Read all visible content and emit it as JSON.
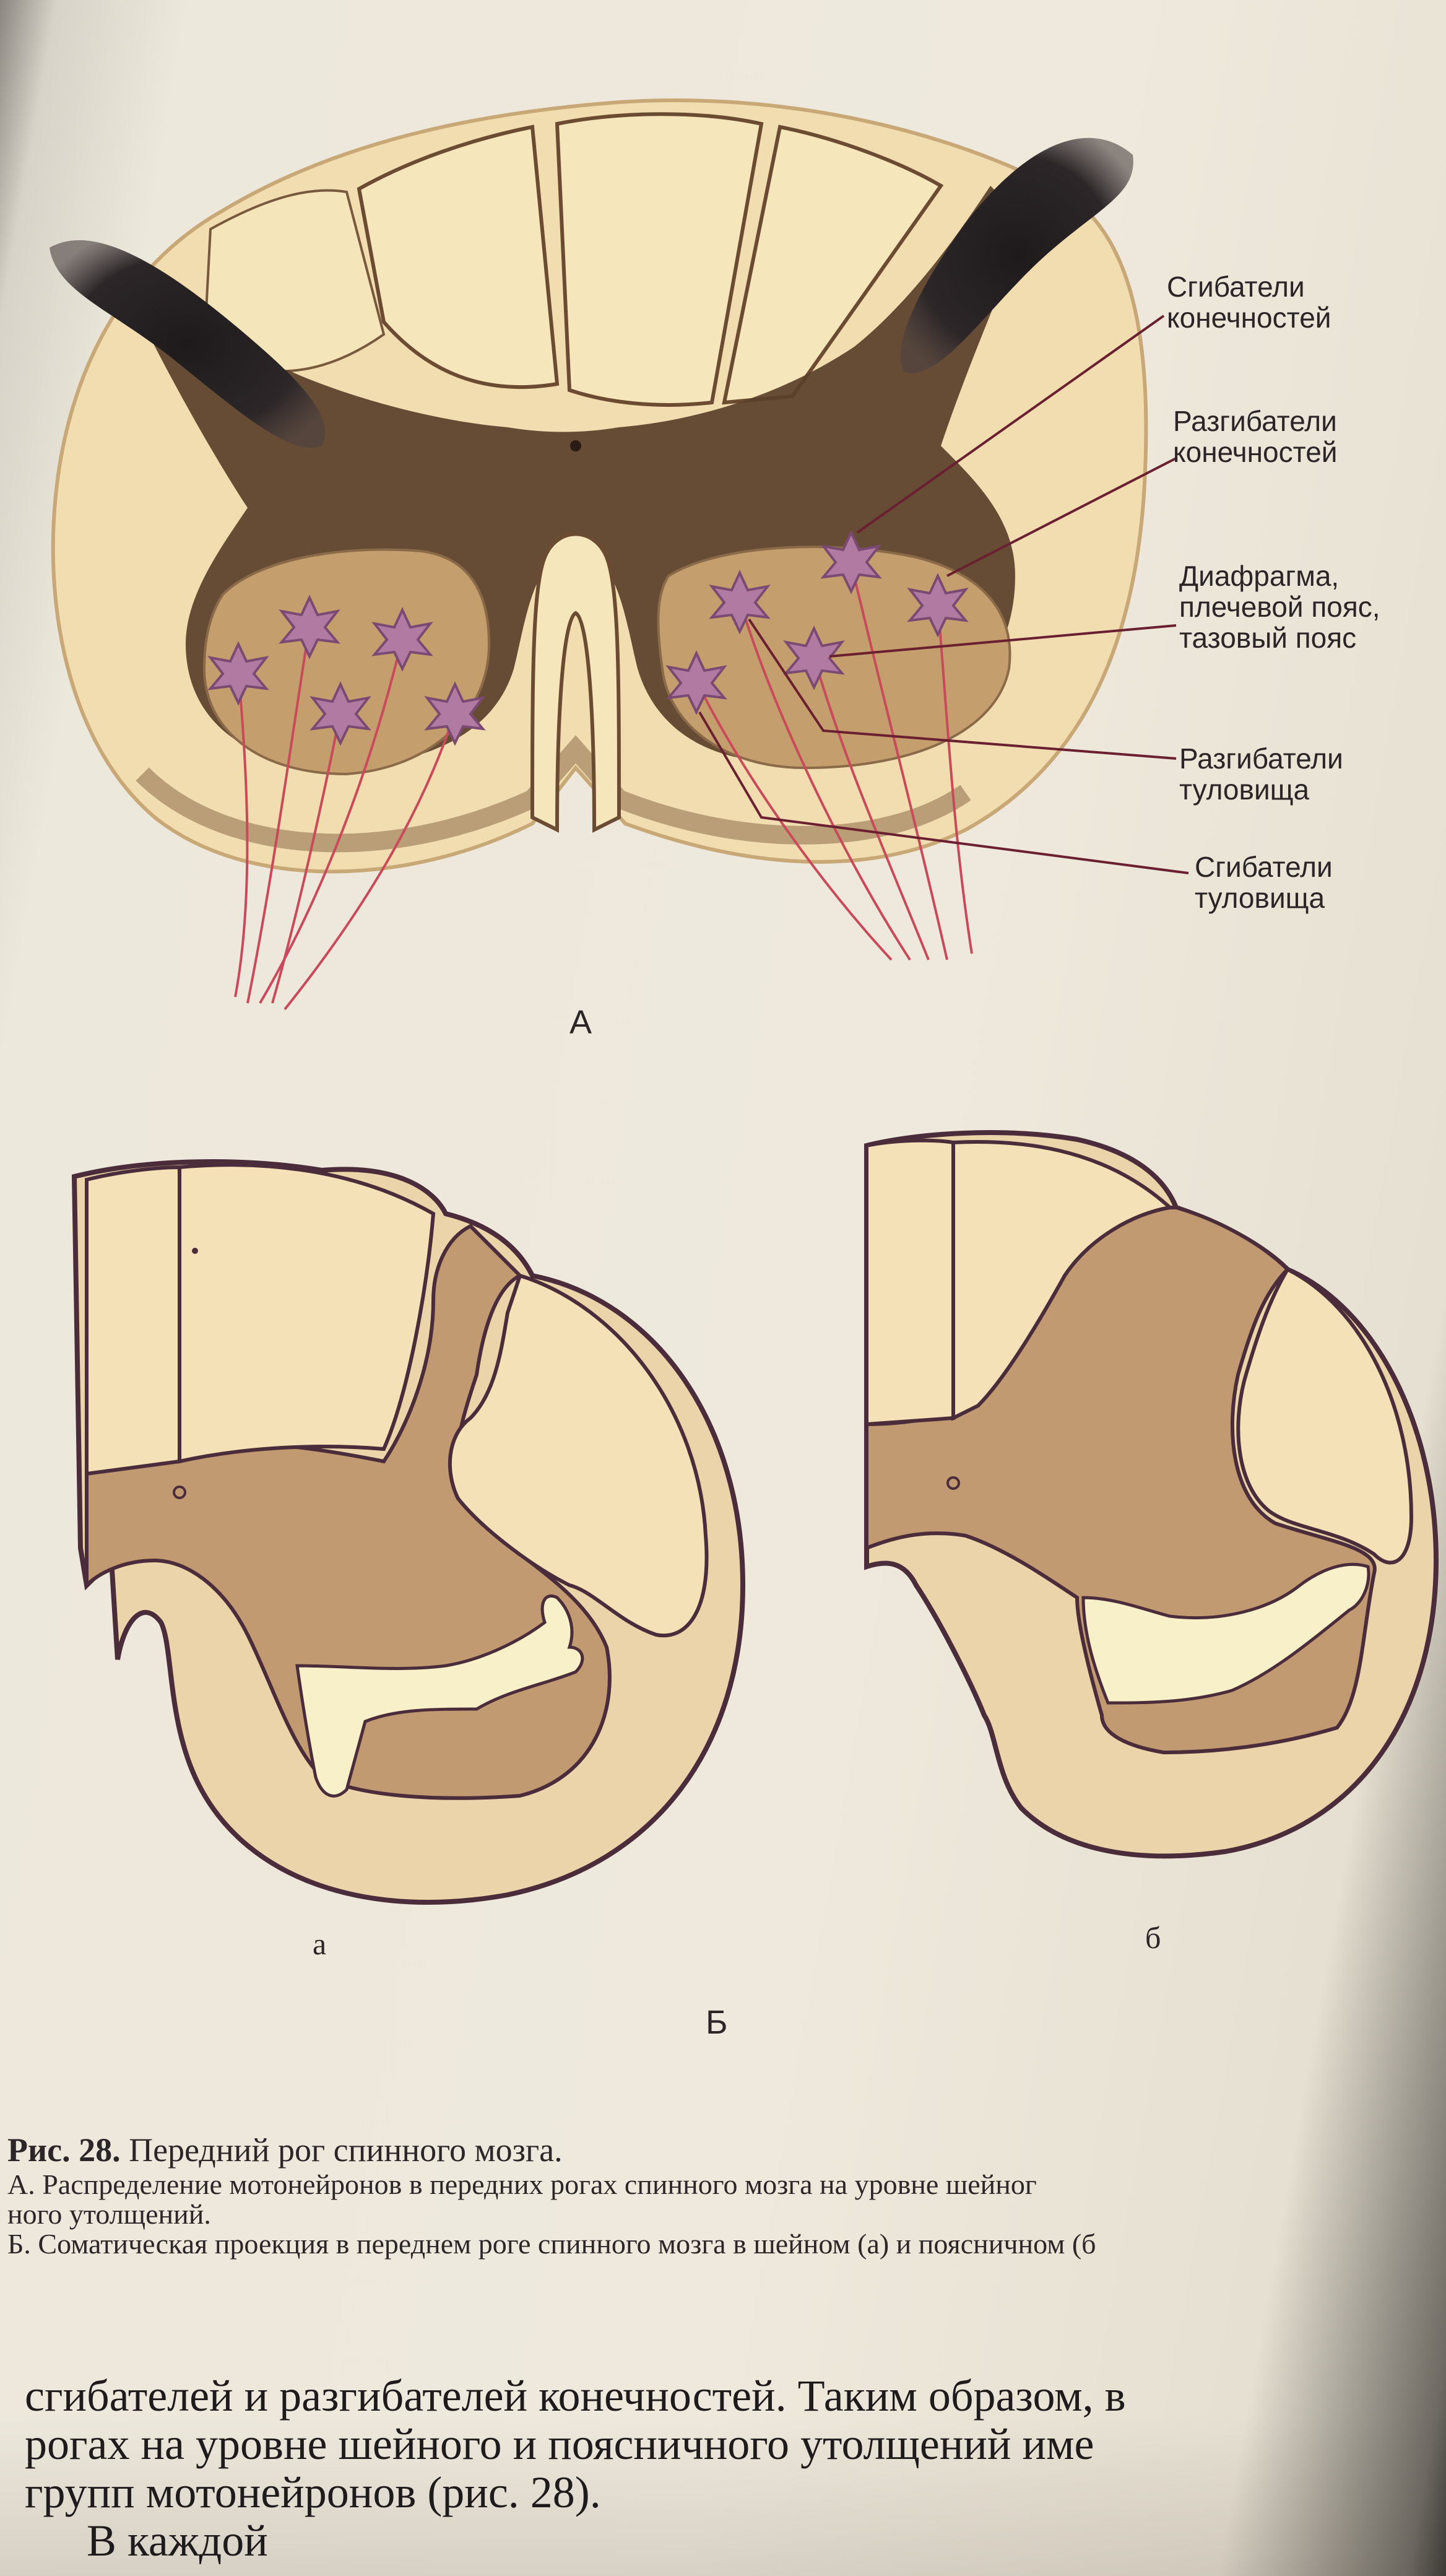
{
  "figure": {
    "panel_a_label": "А",
    "panel_b_label": "Б",
    "sub_a_label": "а",
    "sub_b_label": "б",
    "labels": {
      "limb_flexors": [
        "Сгибатели",
        "конечностей"
      ],
      "limb_extensors": [
        "Разгибатели",
        "конечностей"
      ],
      "diaphragm": [
        "Диафрагма,",
        "плечевой пояс,",
        "тазовый пояс"
      ],
      "trunk_extensors": [
        "Разгибатели",
        "туловища"
      ],
      "trunk_flexors": [
        "Сгибатели",
        "туловища"
      ]
    },
    "colors": {
      "white_matter": "#f1ddb0",
      "gray_matter": "#5a3f2a",
      "horn_fill": "#c49e6c",
      "neuron": "#b07aa2",
      "axon": "#c94a5a",
      "section_b_fill": "#ecd4aa",
      "section_b_gray": "#c29a72"
    }
  },
  "caption": {
    "title_bold": "Рис. 28.",
    "title_rest": " Передний рог спинного мозга.",
    "line_a1": "А. Распределение мотонейронов в передних рогах спинного мозга на уровне шейног",
    "line_a2": "ного утолщений.",
    "line_b": "Б. Соматическая проекция в переднем роге спинного мозга в шейном (а) и поясничном (б"
  },
  "body_text": {
    "line1": "сгибателей и разгибателей конечностей. Таким образом, в",
    "line2": "рогах на уровне шейного и поясничного утолщений име",
    "line3": "групп мотонейронов (рис. 28).",
    "line4": "В каждой"
  }
}
